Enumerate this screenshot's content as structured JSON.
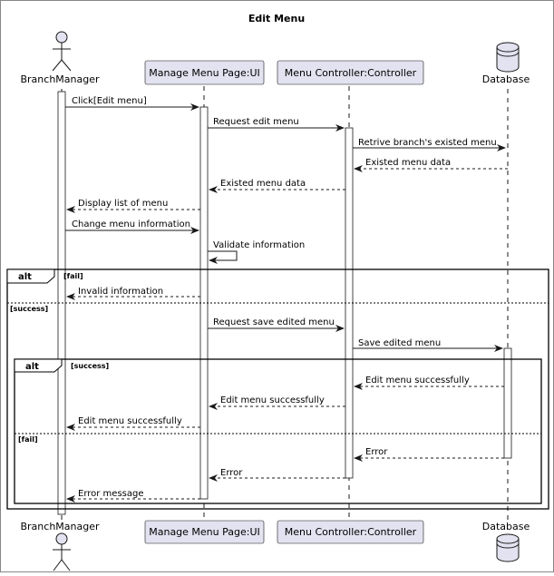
{
  "diagram": {
    "title": "Edit Menu",
    "participants": {
      "manager": "BranchManager",
      "ui": "Manage Menu Page:UI",
      "controller": "Menu Controller:Controller",
      "db": "Database"
    },
    "messages": [
      "Click[Edit menu]",
      "Request edit menu",
      "Retrive branch's existed menu",
      "Existed menu data",
      "Existed menu data",
      "Display list of menu",
      "Change menu information",
      "Validate information",
      "Invalid information",
      "Request save edited menu",
      "Save edited menu",
      "Edit menu successfully",
      "Edit menu successfully",
      "Edit menu successfully",
      "Error",
      "Error",
      "Error message"
    ],
    "fragments": {
      "outer_keyword": "alt",
      "outer_guard_1": "[fail]",
      "outer_guard_2": "[success]",
      "inner_keyword": "alt",
      "inner_guard_1": "[success]",
      "inner_guard_2": "[fail]"
    }
  },
  "colors": {
    "participant_fill": "#e2e2f0",
    "participant_border": "#181818",
    "lifeline": "#181818",
    "arrow": "#181818",
    "frame_border": "#000000"
  }
}
